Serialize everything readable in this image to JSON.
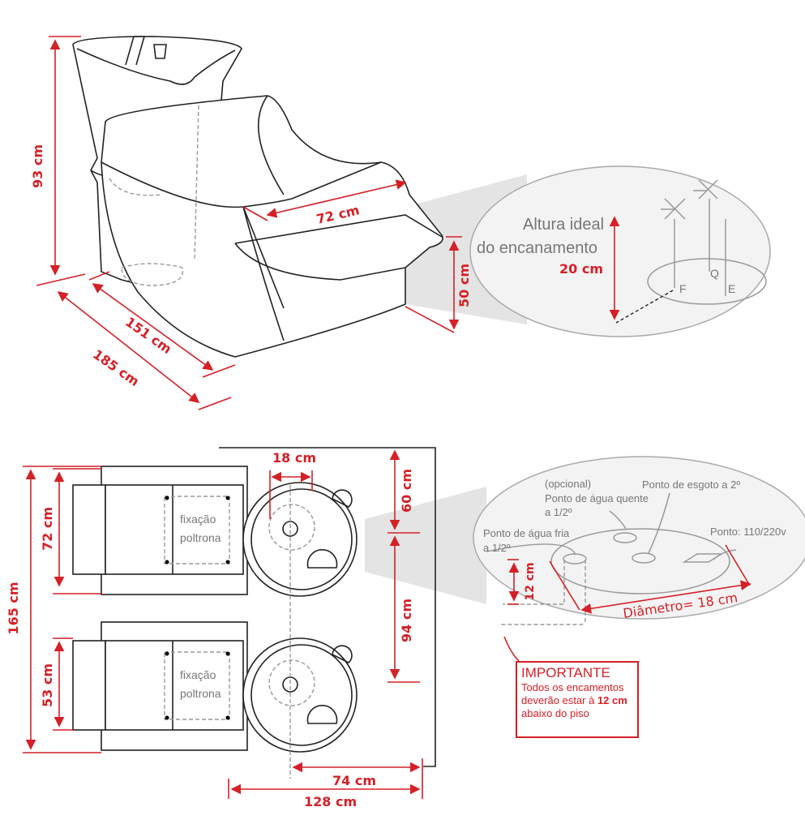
{
  "colors": {
    "accent": "#d42027",
    "callout_fill": "#f2f2f2",
    "line": "#222222"
  },
  "side_view": {
    "height": "93 cm",
    "seat_width": "72 cm",
    "seat_height": "50 cm",
    "depth_inner": "151 cm",
    "depth_total": "185 cm"
  },
  "pipe_callout": {
    "title_line1": "Altura ideal",
    "title_line2": "do encanamento",
    "height": "20 cm",
    "labels": [
      "F",
      "Q",
      "E"
    ]
  },
  "top_view": {
    "fixation_line1": "fixação",
    "fixation_line2": "poltrona",
    "total_length": "165 cm",
    "chair_length": "72 cm",
    "chair_gap": "53 cm",
    "drain_offset": "18 cm",
    "wall_to_drain": "60 cm",
    "drain_spacing": "94 cm",
    "drain_to_wall": "74 cm",
    "total_depth": "128 cm"
  },
  "floor_callout": {
    "hot_optional": "(opcional)",
    "hot_line1": "Ponto de água quente",
    "hot_line2": "a 1/2º",
    "drain": "Ponto de esgoto a 2º",
    "cold_line1": "Ponto de água fria",
    "cold_line2": "a 1/2º",
    "power": "Ponto: 110/220v",
    "depth": "12 cm",
    "diameter": "Diâmetro= 18 cm"
  },
  "important": {
    "title": "IMPORTANTE",
    "line1": "Todos os encamentos",
    "line2_prefix": "deverão estar à ",
    "line2_bold": "12 cm",
    "line3": "abaixo do piso"
  }
}
